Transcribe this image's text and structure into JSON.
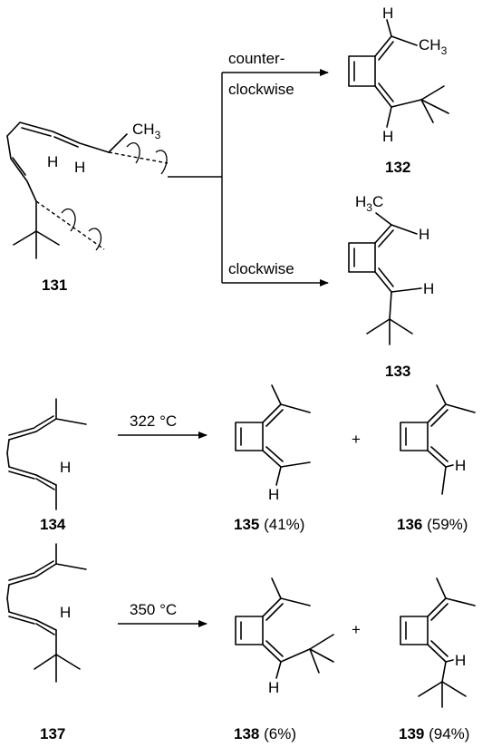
{
  "reaction1": {
    "reactant_label": "131",
    "reactant_ch3": "CH",
    "reactant_ch3_sub": "3",
    "h_atom": "H",
    "branch_top_condition_line1": "counter-",
    "branch_top_condition_line2": "clockwise",
    "branch_bottom_condition": "clockwise",
    "product_top_label": "132",
    "product_top_ch3": "CH",
    "product_top_ch3_sub": "3",
    "product_bottom_label": "133",
    "product_bottom_h3c_h": "H",
    "product_bottom_h3c_sub": "3",
    "product_bottom_h3c_c": "C"
  },
  "reaction2": {
    "reactant_label": "134",
    "condition": "322 °C",
    "product1_label": "135",
    "product1_yield": " (41%)",
    "product2_label": "136",
    "product2_yield": " (59%)",
    "plus": "+",
    "h_atom": "H"
  },
  "reaction3": {
    "reactant_label": "137",
    "condition": "350 °C",
    "product1_label": "138",
    "product1_yield": " (6%)",
    "product2_label": "139",
    "product2_yield": " (94%)",
    "plus": "+",
    "h_atom": "H"
  },
  "colors": {
    "ink": "#000000",
    "background": "#ffffff"
  }
}
